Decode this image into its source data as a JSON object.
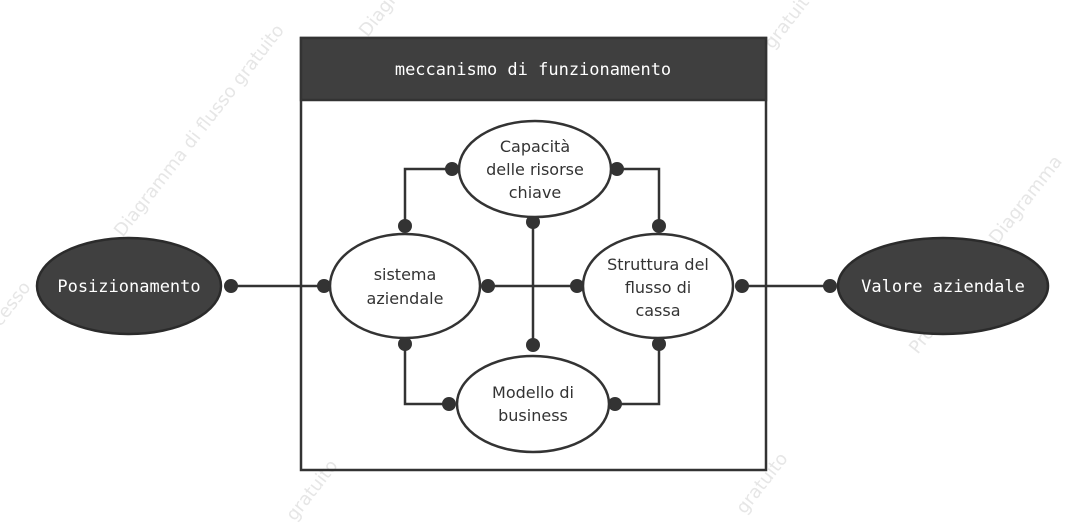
{
  "container": {
    "title": "meccanismo di funzionamento"
  },
  "nodes": {
    "positioning": "Posizionamento",
    "business_value": "Valore aziendale",
    "capacity": [
      "Capacità",
      "delle risorse",
      "chiave"
    ],
    "business_system": [
      "sistema",
      "aziendale"
    ],
    "cash_flow": [
      "Struttura del",
      "flusso di",
      "cassa"
    ],
    "business_model": [
      "Modello di",
      "business"
    ]
  },
  "watermarks": [
    "Diagramma di flusso gratuito",
    "gratuito",
    "Diagramma",
    "Diagramma",
    "Processo",
    "Processo",
    "gratuito",
    "gratuito"
  ],
  "colors": {
    "dark_fill": "#404040",
    "line": "#333333",
    "header_fill": "#3f3f3f",
    "light_fill": "#ffffff",
    "watermark": "#e6e6e6"
  }
}
